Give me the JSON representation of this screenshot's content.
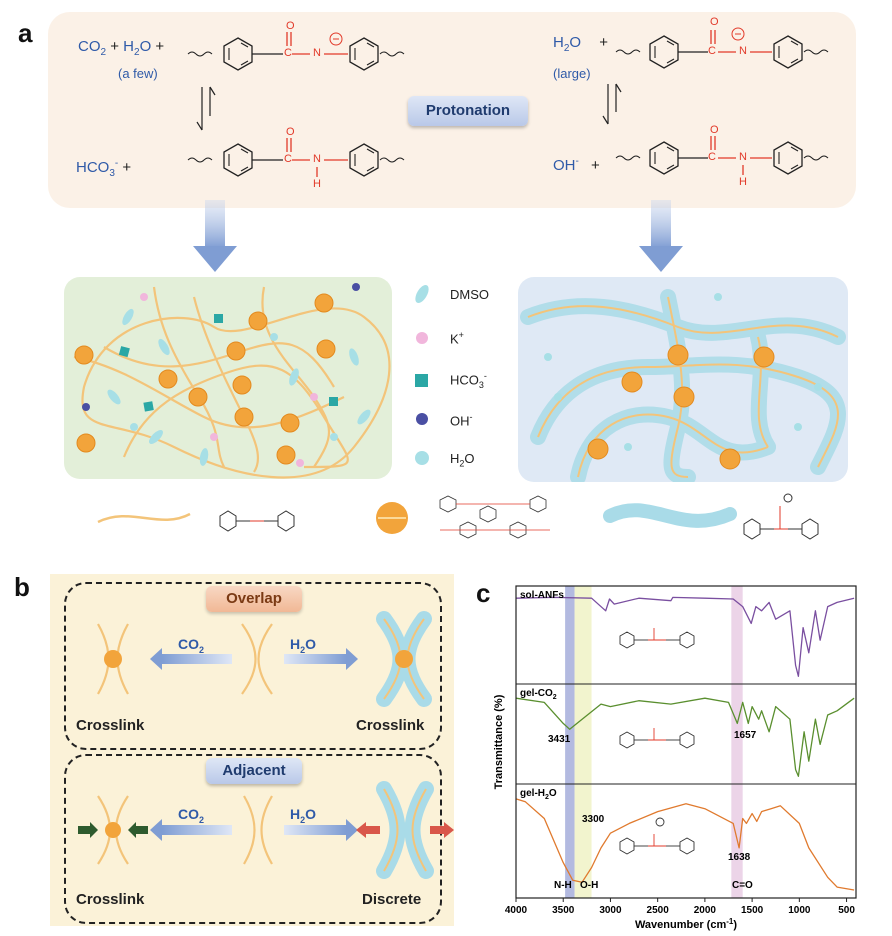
{
  "panel_a": {
    "letter": "a",
    "left_top": {
      "co2": "CO",
      "co2_sub": "2",
      "plus1": "+",
      "h2o": "H",
      "h2o_sub": "2",
      "h2o_o": "O",
      "plus2": "+",
      "note": "(a few)"
    },
    "left_bottom": {
      "ion": "HCO",
      "ion_sub": "3",
      "ion_sup": "-",
      "plus": "+"
    },
    "right_top": {
      "h2o": "H",
      "h2o_sub": "2",
      "h2o_o": "O",
      "plus": "+",
      "note": "(large)"
    },
    "right_bottom": {
      "ion": "OH",
      "ion_sup": "-",
      "plus": "+"
    },
    "protonation_label": "Protonation",
    "amide_top_atoms": {
      "o": "O",
      "c": "C",
      "n": "N"
    },
    "amide_bottom_atoms": {
      "o": "O",
      "c": "C",
      "n": "N",
      "h": "H"
    },
    "legend": [
      {
        "label": "DMSO",
        "icon": "dmso-ellipse-icon"
      },
      {
        "label": "K",
        "sup": "+",
        "icon": "potassium-sphere-icon"
      },
      {
        "label": "HCO",
        "sub": "3",
        "sup": "-",
        "icon": "bicarbonate-cube-icon"
      },
      {
        "label": "OH",
        "sup": "-",
        "icon": "hydroxide-sphere-icon"
      },
      {
        "label": "H",
        "sub": "2",
        "tail": "O",
        "icon": "water-sphere-icon"
      }
    ]
  },
  "panel_b": {
    "letter": "b",
    "overlap_label": "Overlap",
    "adjacent_label": "Adjacent",
    "co2": "CO",
    "co2_sub": "2",
    "h2o": "H",
    "h2o_sub": "2",
    "h2o_o": "O",
    "overlap_left": "Crosslink",
    "overlap_right": "Crosslink",
    "adjacent_left": "Crosslink",
    "adjacent_right": "Discrete"
  },
  "panel_c": {
    "letter": "c",
    "ylabel": "Transmittance (%)",
    "xlabel": "Wavenumber (cm",
    "xlabel_sup": "-1",
    "xlabel_close": ")",
    "xticks": [
      "4000",
      "3500",
      "3000",
      "2500",
      "2000",
      "1500",
      "1000",
      "500"
    ],
    "series_labels": {
      "sol": "sol-ANFs",
      "co2": "gel-CO",
      "co2_sub": "2",
      "h2o": "gel-H",
      "h2o_sub": "2",
      "h2o_o": "O"
    },
    "peak_labels": {
      "p3431": "3431",
      "p1657": "1657",
      "p3300": "3300",
      "p1638": "1638"
    },
    "band_labels": {
      "nh": "N-H",
      "oh": "O-H",
      "co": "C=O"
    }
  },
  "chart_data": {
    "type": "line",
    "xlabel": "Wavenumber (cm-1)",
    "ylabel": "Transmittance (%)",
    "xlim": [
      4000,
      400
    ],
    "x_reversed": true,
    "series": [
      {
        "name": "sol-ANFs",
        "color": "#7a4fa0",
        "x": [
          4000,
          3600,
          3200,
          3050,
          3010,
          2960,
          2700,
          2360,
          2340,
          2000,
          1700,
          1600,
          1510,
          1460,
          1400,
          1320,
          1250,
          1100,
          1040,
          1010,
          960,
          900,
          830,
          780,
          700,
          600,
          420
        ],
        "y": [
          0.05,
          0.04,
          0.05,
          0.2,
          0.06,
          0.12,
          0.05,
          0.08,
          0.04,
          0.05,
          0.06,
          0.15,
          0.35,
          0.15,
          0.2,
          0.1,
          0.3,
          0.2,
          0.85,
          0.98,
          0.4,
          0.7,
          0.2,
          0.55,
          0.15,
          0.1,
          0.05
        ]
      },
      {
        "name": "gel-CO2",
        "color": "#5a8f2f",
        "x": [
          4000,
          3700,
          3500,
          3431,
          3300,
          3100,
          3000,
          2700,
          2360,
          2000,
          1750,
          1657,
          1600,
          1540,
          1500,
          1430,
          1400,
          1320,
          1250,
          1100,
          1040,
          1010,
          950,
          900,
          830,
          780,
          700,
          600,
          420
        ],
        "y": [
          0.05,
          0.1,
          0.35,
          0.42,
          0.3,
          0.12,
          0.15,
          0.08,
          0.12,
          0.05,
          0.1,
          0.35,
          0.1,
          0.35,
          0.15,
          0.3,
          0.2,
          0.45,
          0.15,
          0.3,
          0.9,
          0.98,
          0.45,
          0.8,
          0.3,
          0.6,
          0.25,
          0.2,
          0.05
        ]
      },
      {
        "name": "gel-H2O",
        "color": "#e07a2e",
        "x": [
          4000,
          3900,
          3700,
          3500,
          3400,
          3300,
          3200,
          3100,
          3000,
          2800,
          2500,
          2200,
          2000,
          1900,
          1700,
          1638,
          1600,
          1560,
          1500,
          1450,
          1400,
          1300,
          1200,
          1000,
          900,
          700,
          600,
          420
        ],
        "y": [
          0.05,
          0.08,
          0.25,
          0.7,
          0.88,
          0.9,
          0.75,
          0.55,
          0.4,
          0.3,
          0.18,
          0.1,
          0.15,
          0.2,
          0.3,
          0.55,
          0.25,
          0.3,
          0.2,
          0.28,
          0.18,
          0.15,
          0.12,
          0.3,
          0.55,
          0.85,
          0.95,
          0.98
        ]
      }
    ],
    "bands": [
      {
        "label": "N-H",
        "x_range": [
          3480,
          3380
        ],
        "color": "#9aa3d6"
      },
      {
        "label": "O-H",
        "x_range": [
          3380,
          3200
        ],
        "color": "#eef0bd"
      },
      {
        "label": "C=O",
        "x_range": [
          1720,
          1600
        ],
        "color": "#e6c5e0"
      }
    ],
    "annotations": [
      "3431",
      "1657",
      "3300",
      "1638"
    ]
  }
}
